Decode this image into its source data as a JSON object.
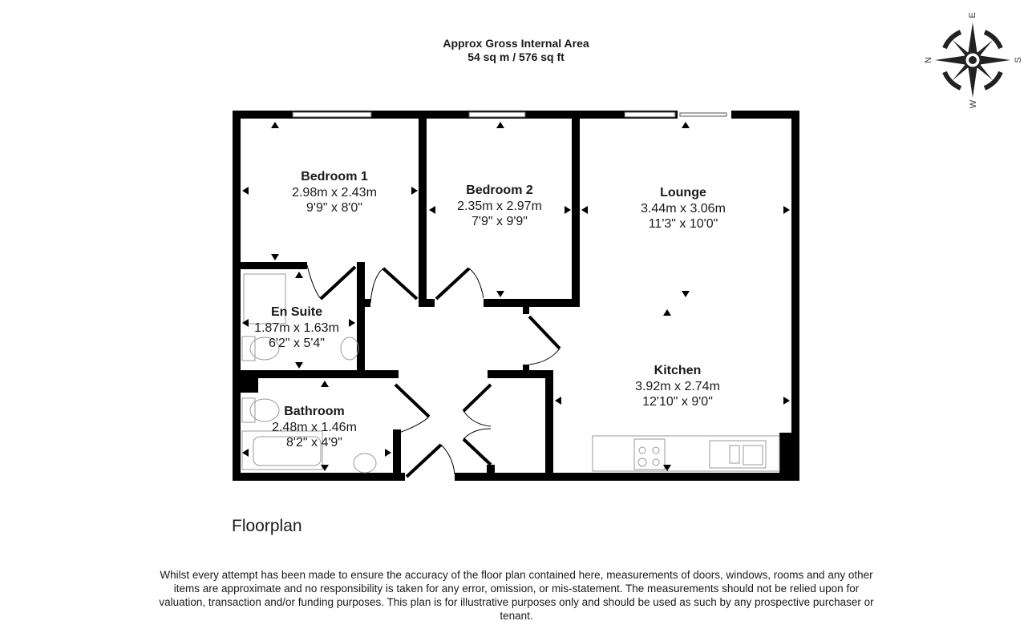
{
  "header": {
    "title": "Approx Gross Internal Area",
    "area": "54 sq m / 576 sq ft"
  },
  "compass": {
    "n": "N",
    "e": "E",
    "s": "S",
    "w": "W"
  },
  "rooms": [
    {
      "name": "Bedroom 1",
      "metric": "2.98m x 2.43m",
      "imperial": "9'9\" x 8'0\""
    },
    {
      "name": "Bedroom 2",
      "metric": "2.35m x 2.97m",
      "imperial": "7'9\" x 9'9\""
    },
    {
      "name": "Lounge",
      "metric": "3.44m x 3.06m",
      "imperial": "11'3\" x 10'0\""
    },
    {
      "name": "En Suite",
      "metric": "1.87m x 1.63m",
      "imperial": "6'2\" x 5'4\""
    },
    {
      "name": "Kitchen",
      "metric": "3.92m x 2.74m",
      "imperial": "12'10\" x 9'0\""
    },
    {
      "name": "Bathroom",
      "metric": "2.48m x 1.46m",
      "imperial": "8'2\" x 4'9\""
    }
  ],
  "caption": "Floorplan",
  "disclaimer": "Whilst every attempt has been made to ensure the accuracy of the floor plan contained here, measurements of doors, windows, rooms and any other items are approximate and no responsibility is taken for any error, omission, or mis-statement. The measurements should not be relied upon for valuation, transaction and/or funding purposes. This plan is for illustrative purposes only and should be used as such by any prospective purchaser or tenant."
}
